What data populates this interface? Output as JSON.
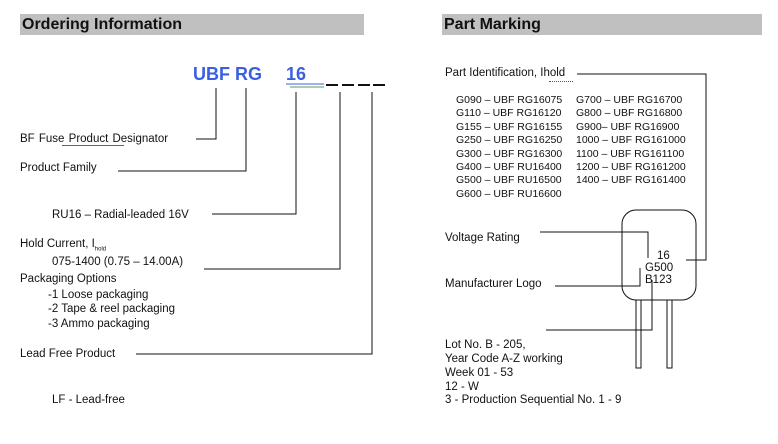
{
  "ordering": {
    "header": "Ordering Information",
    "code": {
      "prefix": "UBF RG",
      "size": "16"
    },
    "labels": {
      "designator": "BF Fuse   Product Designator",
      "family": "Product Family",
      "radial": "RU16 – Radial-leaded 16V",
      "hold_current": "Hold Current, I",
      "hold_sub": "hold",
      "hold_range": "075-1400 (0.75 – 14.00A)",
      "packaging_title": "Packaging Options",
      "pack1": "-1 Loose packaging",
      "pack2": "-2 Tape & reel packaging",
      "pack3": "-3 Ammo packaging",
      "lead_free_product": "Lead Free Product",
      "lf": "LF - Lead-free"
    }
  },
  "marking": {
    "header": "Part Marking",
    "part_id_label": "Part Identification, Ihold",
    "codes_left": [
      "G090 – UBF RG16075",
      "G110 – UBF RG16120",
      "G155 – UBF RG16155",
      "G250 – UBF RG16250",
      "G300 – UBF RG16300",
      "G400 – UBF RU16400",
      "G500 – UBF RU16500",
      "G600 – UBF RU16600"
    ],
    "codes_right": [
      "G700 – UBF RG16700",
      "G800 – UBF RG16800",
      "G900– UBF RG16900",
      "1000 – UBF RG161000",
      "1100 – UBF RG161100",
      "1200 – UBF RG161200",
      "1400 – UBF RG161400"
    ],
    "voltage_label": "Voltage Rating",
    "manufacturer_label": "Manufacturer Logo",
    "device_text": [
      "16",
      "G500",
      "B123"
    ],
    "lot_lines": [
      "Lot No. B - 205,",
      "Year Code A-Z working",
      "Week 01 - 53",
      "12 - W",
      "3 - Production Sequential No. 1 - 9"
    ]
  }
}
